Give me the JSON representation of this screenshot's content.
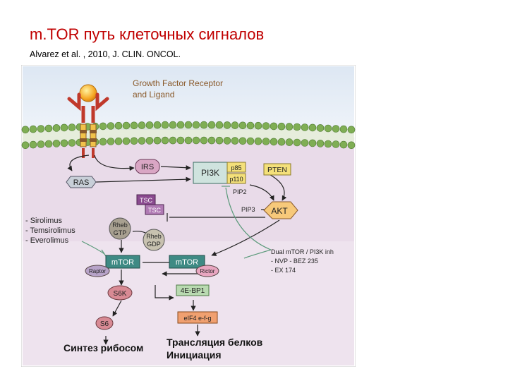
{
  "slide": {
    "title": "m.TOR путь клеточных сигналов",
    "citation": "Alvarez et al. , 2010, J. CLIN. ONCOL."
  },
  "colors": {
    "title": "#c00000",
    "background_top": "#e4ecf5",
    "cytoplasm": "#e9dbe9",
    "membrane_head": "#7fae54",
    "label_brown": "#8a5a2b",
    "arrow": "#222222",
    "inhibitor_line": "#5a9a7a"
  },
  "figure": {
    "receptor_label_line1": "Growth Factor Receptor",
    "receptor_label_line2": "and Ligand",
    "nodes": {
      "irs": "IRS",
      "ras": "RAS",
      "pi3k": "PI3K",
      "p85": "p85",
      "p110": "p110",
      "pten": "PTEN",
      "pip2": "PIP2",
      "pip3": "PIP3",
      "akt": "AKT",
      "tsc1": "TSC",
      "tsc2": "TSC",
      "rheb_gtp_1": "Rheb",
      "rheb_gtp_2": "GTP",
      "rheb_gdp_1": "Rheb",
      "rheb_gdp_2": "GDP",
      "mtor1": "mTOR",
      "raptor": "Raptor",
      "mtor2": "mTOR",
      "rictor": "Rictor",
      "s6k": "S6K",
      "ebp1": "4E-BP1",
      "s6": "S6",
      "eif": "eIF4 e-f-g"
    },
    "rapalogs": [
      "- Sirolimus",
      "- Temsirolimus",
      "- Everolimus"
    ],
    "dual_inhibitors": [
      "Dual mTOR / PI3K inh",
      "- NVP - BEZ 235",
      "- EX 174"
    ],
    "outcome_ribosome": "Синтез рибосом",
    "outcome_translation_1": "Трансляция белков",
    "outcome_translation_2": "Инициация"
  }
}
